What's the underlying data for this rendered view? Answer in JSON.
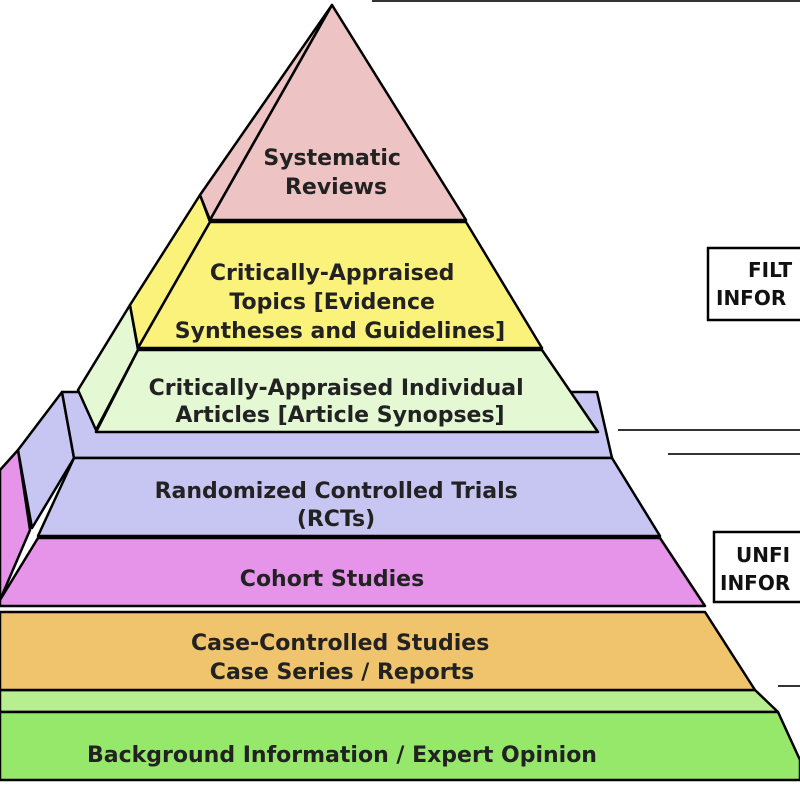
{
  "diagram": {
    "levels": [
      {
        "lines": [
          "Systematic",
          "Reviews"
        ],
        "color": "#EDC3C3"
      },
      {
        "lines": [
          "Critically-Appraised",
          "Topics [Evidence",
          "Syntheses and Guidelines]"
        ],
        "color": "#FBF27C"
      },
      {
        "lines": [
          "Critically-Appraised Individual",
          "Articles [Article Synopses]"
        ],
        "color": "#E4F8D4"
      },
      {
        "lines": [
          "Randomized Controlled Trials",
          "(RCTs)"
        ],
        "color": "#C7C5F1"
      },
      {
        "lines": [
          "Cohort Studies"
        ],
        "color": "#E693EA"
      },
      {
        "lines": [
          "Case-Controlled Studies",
          "Case Series / Reports"
        ],
        "color": "#EFC46C"
      },
      {
        "lines": [
          "Background Information / Expert Opinion"
        ],
        "color": "#95E86A"
      }
    ],
    "side_labels": [
      {
        "lines": [
          "FILT",
          "INFOR"
        ]
      },
      {
        "lines": [
          "UNFI",
          "INFOR"
        ]
      }
    ]
  }
}
